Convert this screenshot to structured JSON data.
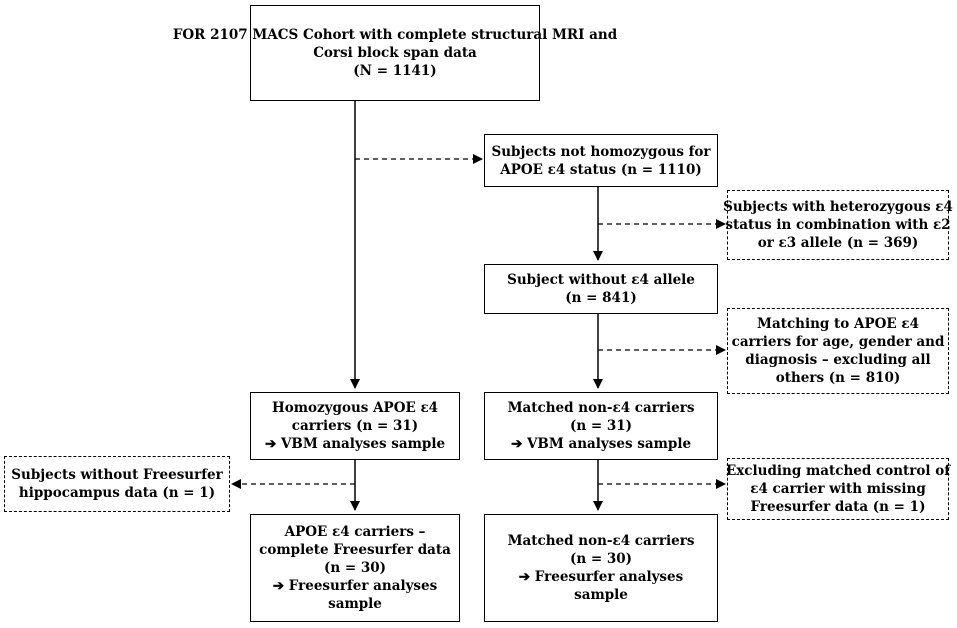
{
  "boxes": {
    "cohort": {
      "lines": [
        "FOR 2107 MACS Cohort with complete structural MRI and",
        "Corsi block span data",
        "(N = 1141)"
      ]
    },
    "not_homozygous": {
      "lines": [
        "Subjects not homozygous for",
        "APOE ε4 status (n = 1110)"
      ]
    },
    "heterozygous": {
      "lines": [
        "Subjects with heterozygous ε4",
        "status in combination with ε2",
        "or ε3 allele (n = 369)"
      ]
    },
    "without_e4": {
      "lines": [
        "Subject without ε4 allele",
        "(n = 841)"
      ]
    },
    "matching": {
      "lines": [
        "Matching to APOE ε4",
        "carriers for age, gender and",
        "diagnosis – excluding all",
        "others (n = 810)"
      ]
    },
    "homozygous": {
      "lines": [
        "Homozygous APOE ε4",
        "carriers (n = 31)",
        "➔ VBM analyses sample"
      ]
    },
    "matched_31": {
      "lines": [
        "Matched non-ε4 carriers",
        "(n = 31)",
        "➔ VBM analyses sample"
      ]
    },
    "no_freesurfer": {
      "lines": [
        "Subjects without Freesurfer",
        "hippocampus data (n = 1)"
      ]
    },
    "excluding_control": {
      "lines": [
        "Excluding matched control of",
        "ε4 carrier with missing",
        "Freesurfer data  (n = 1)"
      ]
    },
    "carriers_30": {
      "lines": [
        "APOE ε4 carriers –",
        "complete Freesurfer data",
        "(n = 30)",
        "➔ Freesurfer analyses",
        "sample"
      ]
    },
    "matched_30": {
      "lines": [
        "Matched non-ε4 carriers",
        "(n = 30)",
        "➔ Freesurfer analyses",
        "sample"
      ]
    }
  },
  "colors": {
    "line": "#000000",
    "background": "#ffffff"
  }
}
